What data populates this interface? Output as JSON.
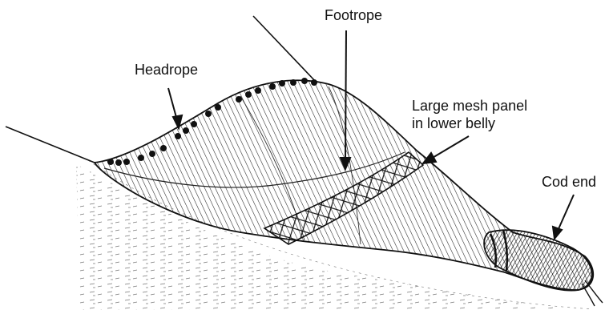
{
  "labels": {
    "headrope": "Headrope",
    "footrope": "Footrope",
    "mesh_line1": "Large mesh panel",
    "mesh_line2": "in lower belly",
    "cod_end": "Cod end"
  },
  "colors": {
    "ink": "#111111",
    "background": "#ffffff"
  }
}
